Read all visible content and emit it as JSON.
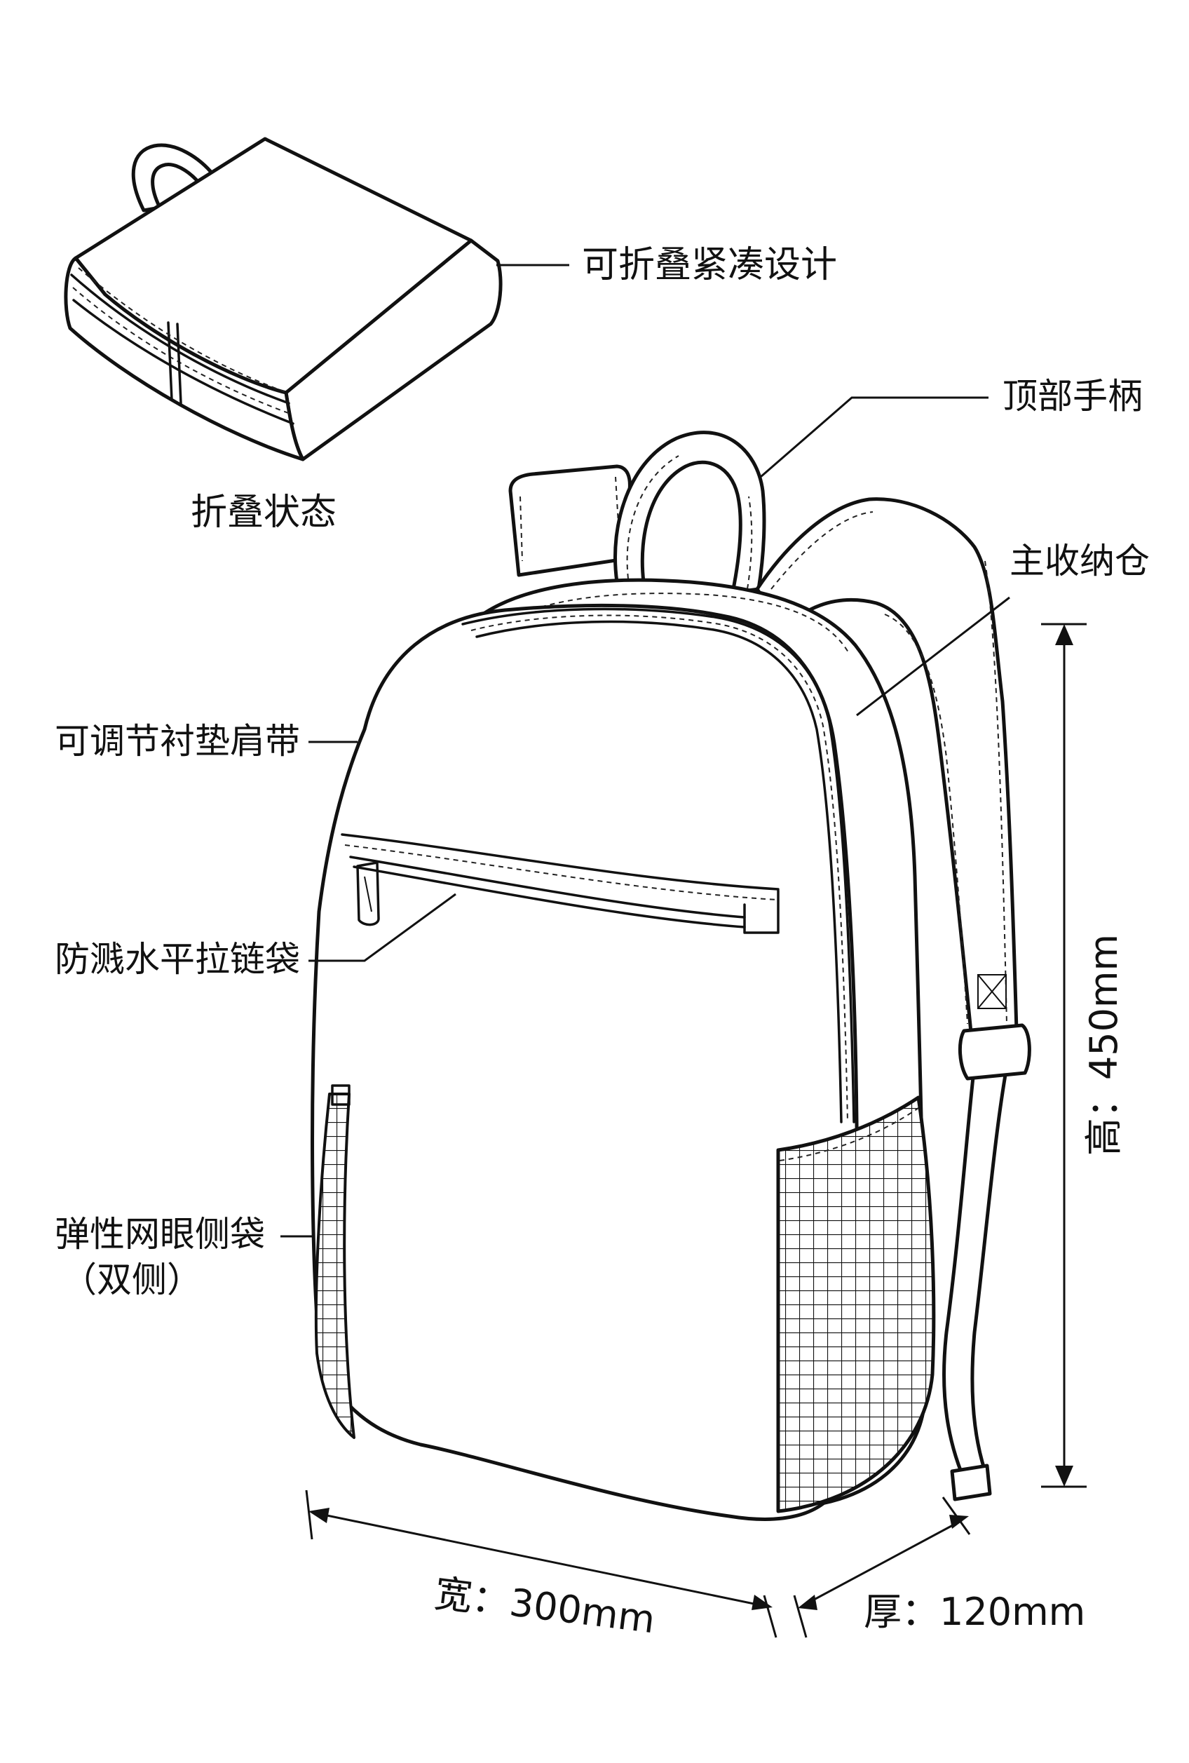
{
  "folded": {
    "feature_label": "可折叠紧凑设计",
    "caption": "折叠状态"
  },
  "callouts": {
    "top_handle": "顶部手柄",
    "main_compartment": "主收纳仓",
    "shoulder_straps": "可调节衬垫肩带",
    "front_pocket": "防溅水平拉链袋",
    "side_pocket_line1": "弹性网眼侧袋",
    "side_pocket_line2": "（双侧）"
  },
  "dimensions": {
    "height": "高：450mm",
    "width": "宽：300mm",
    "depth": "厚：120mm"
  }
}
